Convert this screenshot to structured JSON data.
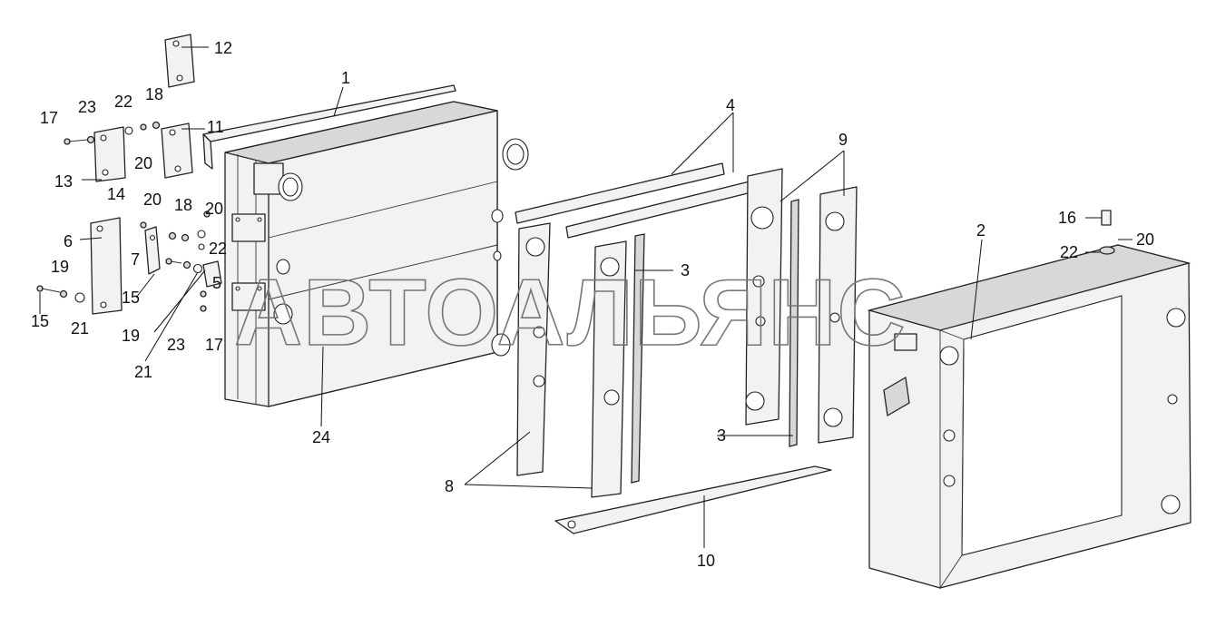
{
  "watermark": "АВТОАЛЬЯНС",
  "callouts": {
    "c1": "1",
    "c2": "2",
    "c3a": "3",
    "c3b": "3",
    "c4": "4",
    "c5": "5",
    "c6": "6",
    "c7": "7",
    "c8": "8",
    "c9": "9",
    "c10": "10",
    "c11": "11",
    "c12": "12",
    "c13": "13",
    "c14": "14",
    "c15a": "15",
    "c15b": "15",
    "c16": "16",
    "c17a": "17",
    "c17b": "17",
    "c18a": "18",
    "c18b": "18",
    "c19a": "19",
    "c19b": "19",
    "c20a": "20",
    "c20b": "20",
    "c20c": "20",
    "c20d": "20",
    "c21a": "21",
    "c21b": "21",
    "c22a": "22",
    "c22b": "22",
    "c22c": "22",
    "c23a": "23",
    "c23b": "23",
    "c24": "24"
  }
}
